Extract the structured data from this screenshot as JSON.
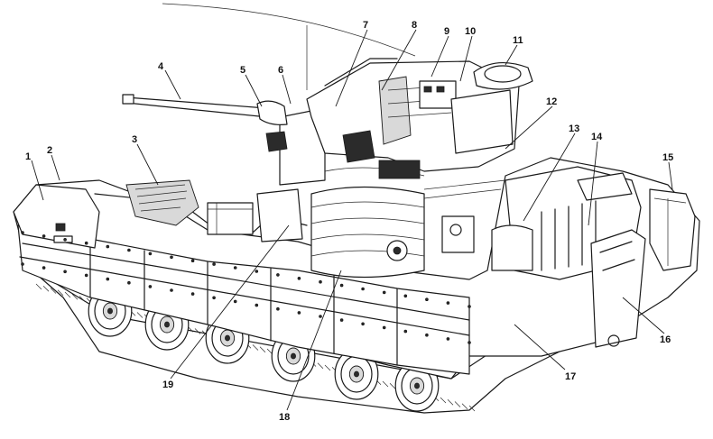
{
  "callouts": [
    {
      "label": "1"
    },
    {
      "label": "2"
    },
    {
      "label": "3"
    },
    {
      "label": "4"
    },
    {
      "label": "5"
    },
    {
      "label": "6"
    },
    {
      "label": "7"
    },
    {
      "label": "8"
    },
    {
      "label": "9"
    },
    {
      "label": "10"
    },
    {
      "label": "11"
    },
    {
      "label": "12"
    },
    {
      "label": "13"
    },
    {
      "label": "14"
    },
    {
      "label": "15"
    },
    {
      "label": "16"
    },
    {
      "label": "17"
    },
    {
      "label": "18"
    },
    {
      "label": "19"
    }
  ]
}
